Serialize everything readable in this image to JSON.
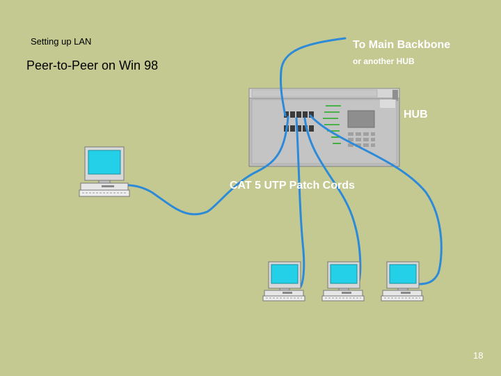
{
  "slide": {
    "title_small": "Setting up LAN",
    "title_main": "Peer-to-Peer on Win 98",
    "page_number": "18"
  },
  "labels": {
    "backbone": "To Main Backbone",
    "another_hub": "or another HUB",
    "hub": "HUB",
    "patch_cords": "CAT 5 UTP Patch Cords"
  },
  "colors": {
    "background": "#c3c990",
    "cable": "#2d8ad9",
    "screen": "#24d0e8",
    "hub_body": "#bcbcbc",
    "hub_leds": "#22aa22",
    "label_text": "#ffffff"
  },
  "icons": [
    "hub-icon",
    "computer-icon"
  ]
}
